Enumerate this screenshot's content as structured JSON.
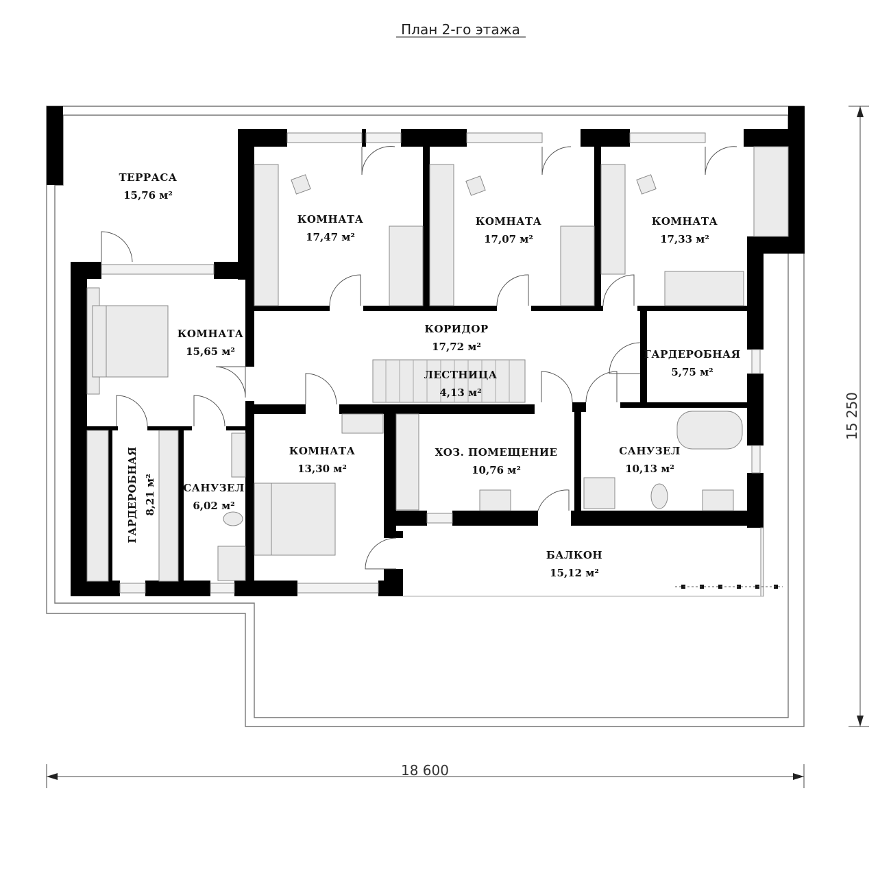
{
  "title": "План 2-го этажа",
  "dimensions": {
    "width": "18 600",
    "height": "15 250"
  },
  "rooms": {
    "terrace": {
      "name": "ТЕРРАСА",
      "area": "15,76 м²"
    },
    "room1": {
      "name": "КОМНАТА",
      "area": "17,47 м²"
    },
    "room2": {
      "name": "КОМНАТА",
      "area": "17,07 м²"
    },
    "room3": {
      "name": "КОМНАТА",
      "area": "17,33 м²"
    },
    "room4": {
      "name": "КОМНАТА",
      "area": "15,65 м²"
    },
    "corridor": {
      "name": "КОРИДОР",
      "area": "17,72 м²"
    },
    "stairs": {
      "name": "ЛЕСТНИЦА",
      "area": "4,13 м²"
    },
    "wardrobe1": {
      "name": "ГАРДЕРОБНАЯ",
      "area": "5,75 м²"
    },
    "wardrobe2": {
      "name": "ГАРДЕРОБНАЯ",
      "area": "8,21 м²"
    },
    "bath1": {
      "name": "САНУЗЕЛ",
      "area": "6,02 м²"
    },
    "room5": {
      "name": "КОМНАТА",
      "area": "13,30 м²"
    },
    "utility": {
      "name": "ХОЗ. ПОМЕЩЕНИЕ",
      "area": "10,76 м²"
    },
    "bath2": {
      "name": "САНУЗЕЛ",
      "area": "10,13 м²"
    },
    "balcony": {
      "name": "БАЛКОН",
      "area": "15,12 м²"
    }
  }
}
